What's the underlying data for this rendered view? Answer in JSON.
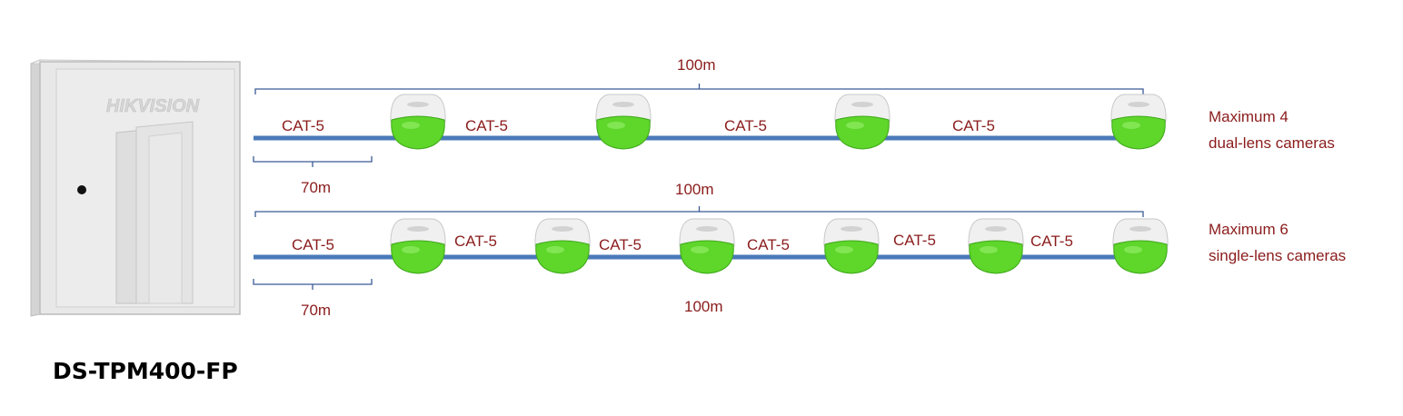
{
  "device": {
    "brand": "HIKVISION",
    "model": "DS-TPM400-FP"
  },
  "cable_label": "CAT-5",
  "rows": [
    {
      "total_distance": "100m",
      "first_segment_distance": "70m",
      "camera_count": 4,
      "side_note": [
        "Maximum 4",
        "dual-lens cameras"
      ]
    },
    {
      "total_distance": "100m",
      "first_segment_distance": "70m",
      "segment_distance": "100m",
      "camera_count": 6,
      "side_note": [
        "Maximum 6",
        "single-lens cameras"
      ]
    }
  ],
  "colors": {
    "cable": "#4a7ab8",
    "label": "#8b1c1c",
    "bracket": "#3b5a96",
    "camera_dome": "#5ed62a",
    "camera_housing": "#f0f0f0",
    "box": "#e6e6e6"
  }
}
